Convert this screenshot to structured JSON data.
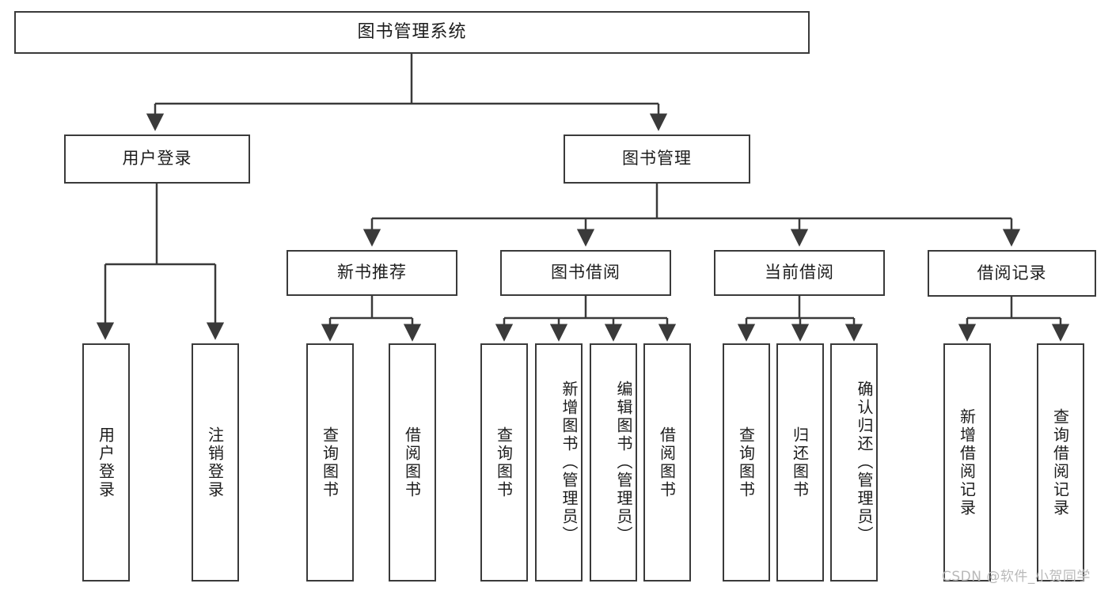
{
  "diagram": {
    "type": "tree",
    "title": "图书管理系统",
    "root": {
      "label": "图书管理系统"
    },
    "level2": [
      {
        "label": "用户登录"
      },
      {
        "label": "图书管理"
      }
    ],
    "level3": [
      {
        "label": "新书推荐"
      },
      {
        "label": "图书借阅"
      },
      {
        "label": "当前借阅"
      },
      {
        "label": "借阅记录"
      }
    ],
    "leaves": {
      "user_login": [
        {
          "label": "用户登录"
        },
        {
          "label": "注销登录"
        }
      ],
      "new_book_recommend": [
        {
          "label": "查询图书"
        },
        {
          "label": "借阅图书"
        }
      ],
      "book_borrow": [
        {
          "label": "查询图书"
        },
        {
          "label": "新增图书（管理员）"
        },
        {
          "label": "编辑图书（管理员）"
        },
        {
          "label": "借阅图书"
        }
      ],
      "current_borrow": [
        {
          "label": "查询图书"
        },
        {
          "label": "归还图书"
        },
        {
          "label": "确认归还（管理员）"
        }
      ],
      "borrow_record": [
        {
          "label": "新增借阅记录"
        },
        {
          "label": "查询借阅记录"
        }
      ]
    }
  },
  "watermark": {
    "text": "CSDN @软件_小贺同学"
  },
  "colors": {
    "stroke": "#3a3a3a",
    "fill": "#ffffff",
    "text": "#1c1c1c",
    "watermark": "#b9b9b9"
  }
}
